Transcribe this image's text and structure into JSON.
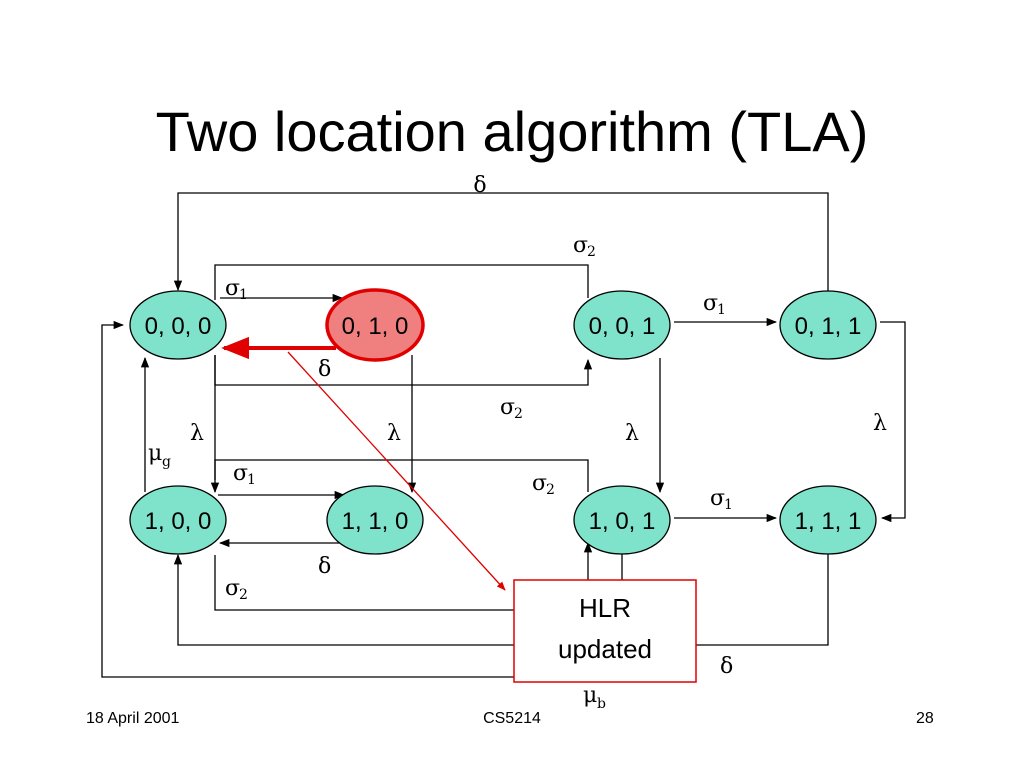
{
  "slide": {
    "title": "Two location algorithm (TLA)"
  },
  "footer": {
    "date": "18 April 2001",
    "course": "CS5214",
    "page": "28"
  },
  "states": {
    "s000": "0, 0, 0",
    "s010": "0, 1, 0",
    "s001": "0, 0, 1",
    "s011": "0, 1, 1",
    "s100": "1, 0, 0",
    "s110": "1, 1, 0",
    "s101": "1, 0, 1",
    "s111": "1, 1, 1"
  },
  "hlr": {
    "line1": "HLR",
    "line2": "updated"
  },
  "symbols": {
    "delta": "δ",
    "sigma": "σ",
    "lambda": "λ",
    "mu": "μ",
    "one": "1",
    "two": "2",
    "g": "g",
    "b": "b"
  },
  "colors": {
    "state_fill": "#7fe3cc",
    "highlight_fill": "#f08080",
    "highlight_border": "#e00000",
    "hlr_border": "#e00000",
    "arrow": "#000000",
    "red_arrow": "#e00000"
  }
}
